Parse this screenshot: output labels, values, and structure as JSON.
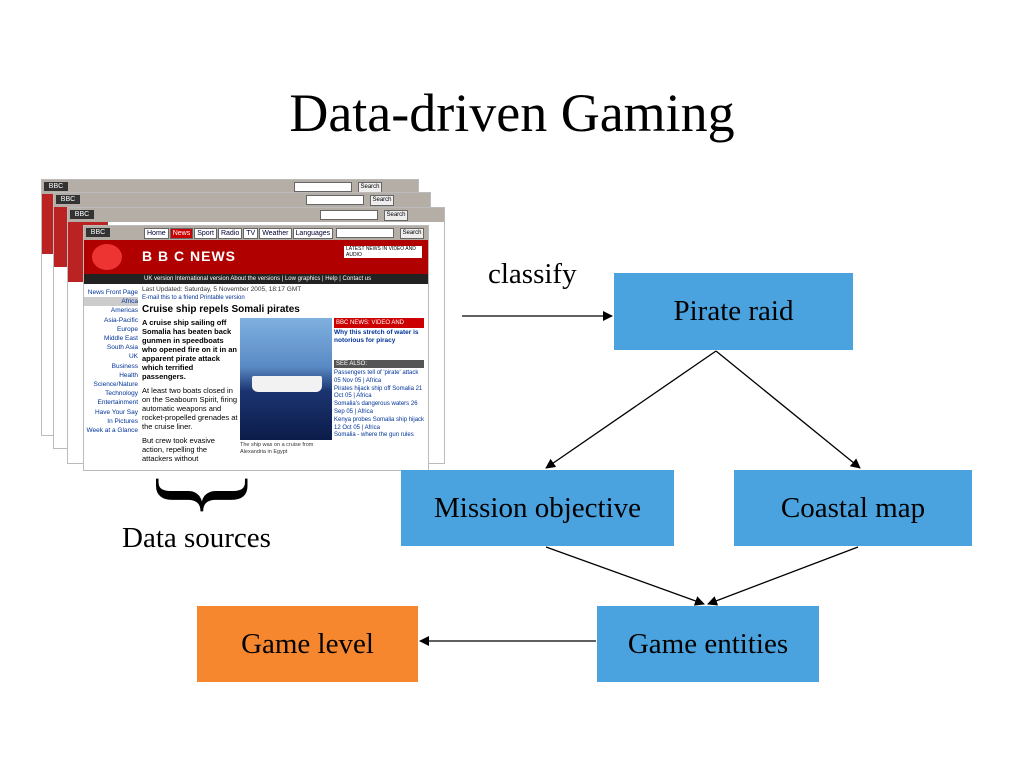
{
  "title": "Data-driven Gaming",
  "nodes": {
    "pirate_raid": "Pirate raid",
    "mission_objective": "Mission objective",
    "coastal_map": "Coastal map",
    "game_entities": "Game entities",
    "game_level": "Game level"
  },
  "labels": {
    "classify": "classify",
    "data_sources": "Data sources"
  },
  "brace": "}",
  "bbc": {
    "logo_small": "BBC",
    "nav": [
      "Home",
      "News",
      "Sport",
      "Radio",
      "TV",
      "Weather",
      "Languages"
    ],
    "search": "Search",
    "logo": "B B C NEWS",
    "latest": "LATEST NEWS IN VIDEO AND AUDIO",
    "subbar": "UK version  International version  About the versions | Low graphics | Help | Contact us",
    "left_nav": [
      "News Front Page",
      "Africa",
      "Americas",
      "Asia-Pacific",
      "Europe",
      "Middle East",
      "South Asia",
      "UK",
      "Business",
      "Health",
      "Science/Nature",
      "Technology",
      "Entertainment",
      "Have Your Say",
      "In Pictures",
      "Week at a Glance"
    ],
    "updated": "Last Updated: Saturday, 5 November 2005, 18:17 GMT",
    "tools": "E-mail this to a friend      Printable version",
    "headline": "Cruise ship repels Somali pirates",
    "story_p1": "A cruise ship sailing off Somalia has beaten back gunmen in speedboats who opened fire on it in an apparent pirate attack which terrified passengers.",
    "story_p2": "At least two boats closed in on the Seabourn Spirit, firing automatic weapons and rocket-propelled grenades at the cruise liner.",
    "story_p3": "But crew took evasive action, repelling the attackers without",
    "caption": "The ship was on a cruise from Alexandria in Egypt",
    "video_head": "BBC NEWS: VIDEO AND AUDIO",
    "video_text": "Why this stretch of water is notorious for piracy",
    "see_also": "SEE ALSO:",
    "see_list": [
      "Passengers tell of 'pirate' attack  05 Nov 05 | Africa",
      "Pirates hijack ship off Somalia  21 Oct 05 | Africa",
      "Somalia's dangerous waters  26 Sep 05 | Africa",
      "Kenya probes Somalia ship hijack  12 Oct 05 | Africa",
      "Somalia - where the gun rules"
    ]
  },
  "colors": {
    "node_blue": "#4aa3df",
    "node_orange": "#f7872e",
    "bbc_red": "#b00000"
  }
}
